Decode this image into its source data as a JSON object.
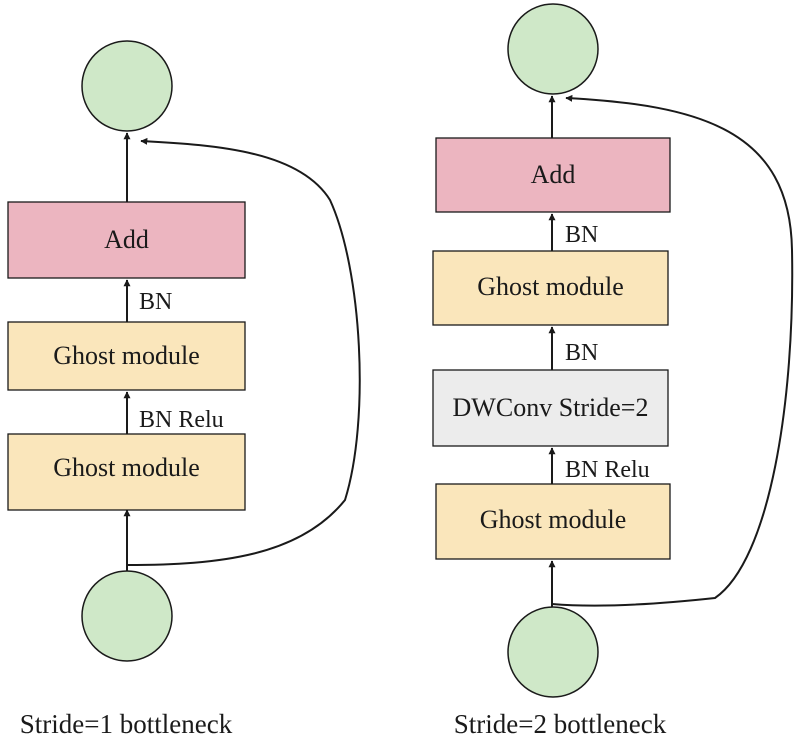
{
  "colors": {
    "add": "#ecb5c0",
    "ghost": "#fae6bb",
    "dwconv": "#ececec",
    "node": "#cfe8c8",
    "stroke": "#1a1a1a"
  },
  "left": {
    "caption": "Stride=1 bottleneck",
    "add": "Add",
    "ghost_top": "Ghost module",
    "ghost_bottom": "Ghost module",
    "label_bn": "BN",
    "label_bn_relu": "BN Relu"
  },
  "right": {
    "caption": "Stride=2 bottleneck",
    "add": "Add",
    "ghost_top": "Ghost module",
    "dwconv": "DWConv Stride=2",
    "ghost_bottom": "Ghost module",
    "label_bn_top": "BN",
    "label_bn_mid": "BN",
    "label_bn_relu": "BN Relu"
  }
}
